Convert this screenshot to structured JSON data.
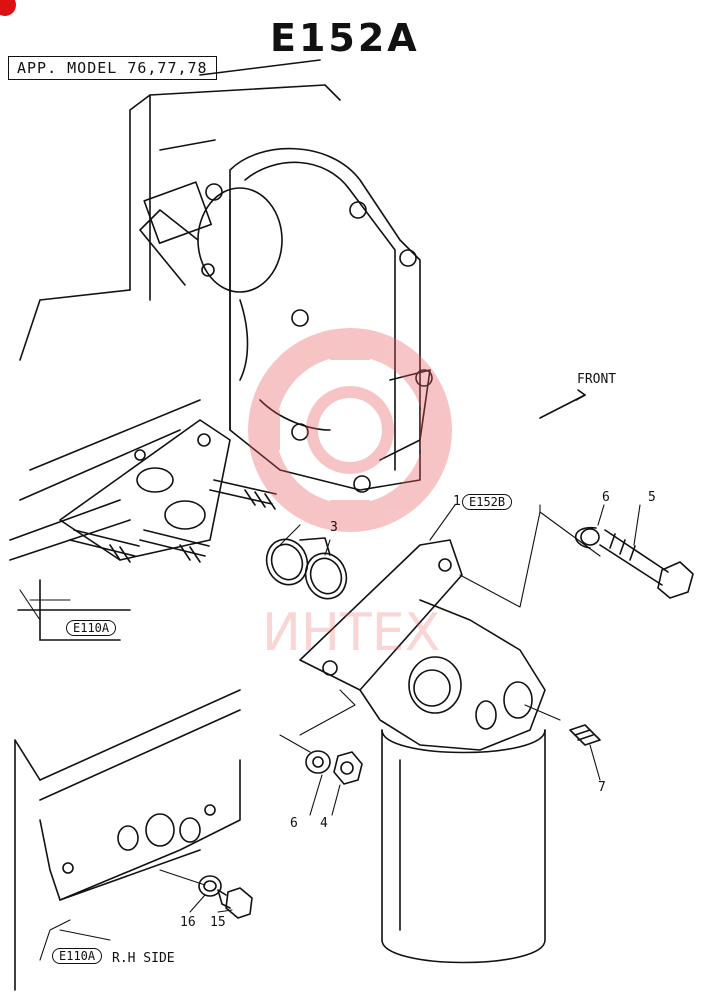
{
  "header": {
    "title": "E152A",
    "app_model": "APP. MODEL 76,77,78"
  },
  "labels": {
    "front": "FRONT",
    "part_1": "1",
    "ref_e152b": "E152B",
    "part_3": "3",
    "part_4": "4",
    "part_5": "5",
    "part_6_top": "6",
    "part_6_bottom": "6",
    "part_7": "7",
    "part_15": "15",
    "part_16": "16",
    "ref_e110a_top": "E110A",
    "ref_e110a_bottom": "E110A",
    "rh_side": "R.H SIDE"
  },
  "watermark": {
    "text": "ИНТЕХ",
    "color": "#e85a5a"
  }
}
